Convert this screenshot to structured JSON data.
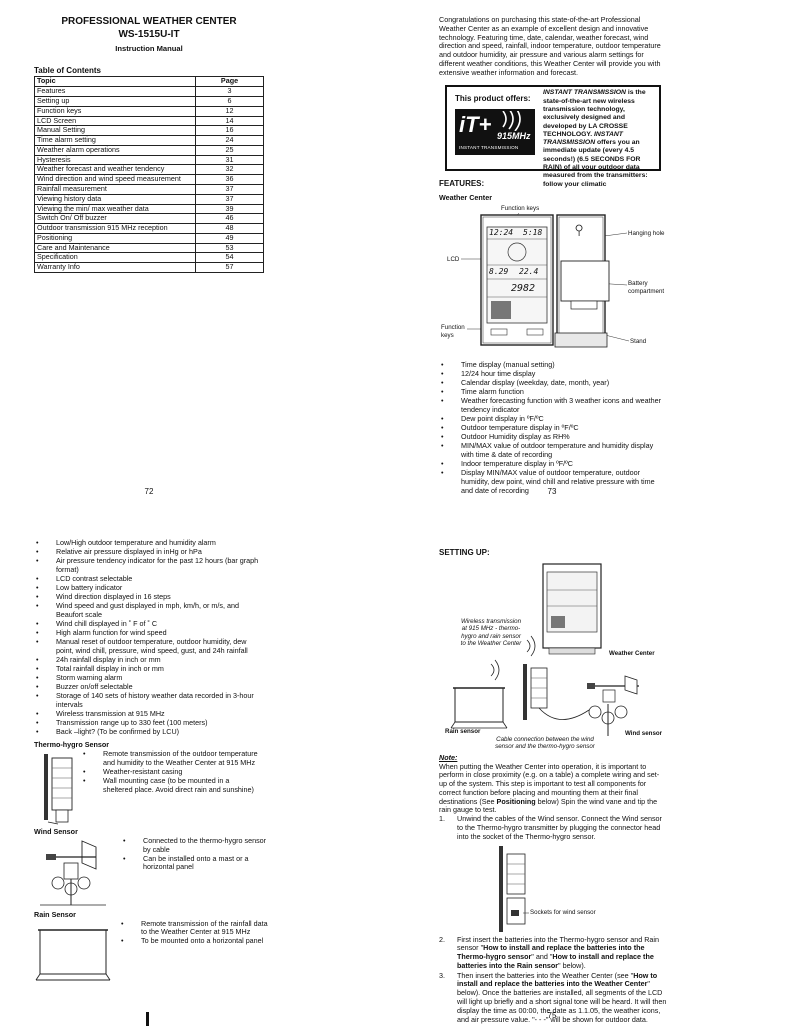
{
  "p72": {
    "title": "PROFESSIONAL WEATHER CENTER",
    "model": "WS-1515U-IT",
    "subtitle": "Instruction Manual",
    "toc_heading": "Table of Contents",
    "toc_header": {
      "topic": "Topic",
      "page": "Page"
    },
    "toc": [
      {
        "topic": "Features",
        "page": "3"
      },
      {
        "topic": "Setting up",
        "page": "6"
      },
      {
        "topic": "Function keys",
        "page": "12"
      },
      {
        "topic": "LCD Screen",
        "page": "14"
      },
      {
        "topic": "Manual Setting",
        "page": "16"
      },
      {
        "topic": "Time alarm setting",
        "page": "24"
      },
      {
        "topic": "Weather alarm operations",
        "page": "25"
      },
      {
        "topic": "Hysteresis",
        "page": "31"
      },
      {
        "topic": "Weather forecast and weather tendency",
        "page": "32"
      },
      {
        "topic": "Wind direction and wind speed measurement",
        "page": "36"
      },
      {
        "topic": "Rainfall measurement",
        "page": "37"
      },
      {
        "topic": "Viewing history data",
        "page": "37"
      },
      {
        "topic": "Viewing the min/ max weather data",
        "page": "39"
      },
      {
        "topic": "Switch On/ Off buzzer",
        "page": "46"
      },
      {
        "topic": "Outdoor transmission 915 MHz reception",
        "page": "48"
      },
      {
        "topic": "Positioning",
        "page": "49"
      },
      {
        "topic": "Care and Maintenance",
        "page": "53"
      },
      {
        "topic": "Specification",
        "page": "54"
      },
      {
        "topic": "Warranty Info",
        "page": "57"
      }
    ],
    "page_number": "72"
  },
  "p73": {
    "intro": "Congratulations on purchasing this state-of-the-art Professional Weather Center as an example of excellent design and innovative technology. Featuring time, date, calendar, weather forecast, wind direction and speed, rainfall, indoor temperature, outdoor temperature and outdoor humidity, air pressure and various alarm settings for different weather conditions, this Weather Center will provide you with extensive weather information and forecast.",
    "offer_label": "This product offers:",
    "logo_main": "iT+",
    "logo_freq": "915MHz",
    "logo_sub": "INSTANT TRANSMISSION",
    "offer_text_1": "INSTANT TRANSMISSION",
    "offer_text_2": " is the state-of-the-art new wireless transmission technology, exclusively designed and developed by ",
    "offer_text_3": "LA CROSSE TECHNOLOGY. ",
    "offer_text_4": "INSTANT TRANSMISSION",
    "offer_text_5": " offers you an immediate update (every 4.5 seconds!) (6.5 SECONDS FOR RAIN) of all your outdoor data measured from the transmitters: follow your climatic",
    "features_heading": "FEATURES:",
    "weather_center_heading": "Weather Center",
    "fig_labels": {
      "function_keys_top": "Function keys",
      "hanging_hole": "Hanging hole",
      "lcd": "LCD",
      "battery": "Battery compartment",
      "function_keys_bottom": "Function keys",
      "stand": "Stand"
    },
    "lcd_readouts": {
      "time": "12:24",
      "date": "5:18",
      "temp1": "8.29",
      "temp2": "22.4",
      "pressure": "2982"
    },
    "features": [
      "Time display (manual setting)",
      "12/24 hour time display",
      "Calendar display (weekday, date, month, year)",
      "Time alarm function",
      "Weather forecasting function with 3 weather icons and weather tendency indicator",
      "Dew point display in ºF/ºC",
      "Outdoor temperature display in ºF/ºC",
      "Outdoor Humidity display as RH%",
      "MIN/MAX value of outdoor temperature and humidity display with time & date of recording",
      "Indoor temperature display in ºF/ºC",
      "Display MIN/MAX value of outdoor temperature, outdoor humidity, dew point, wind chill and relative pressure with time and date of recording"
    ],
    "page_number": "73"
  },
  "p74": {
    "features": [
      "Low/High outdoor temperature and humidity alarm",
      "Relative air pressure displayed in inHg or hPa",
      "Air pressure tendency indicator for the past 12 hours (bar graph format)",
      "LCD contrast selectable",
      "Low battery indicator",
      "Wind direction displayed in 16 steps",
      "Wind speed and gust displayed in mph, km/h, or m/s, and Beaufort scale",
      "Wind chill displayed in ˚ F of ˚ C",
      "High alarm function for wind speed",
      "Manual reset of outdoor temperature, outdoor humidity, dew point, wind chill, pressure, wind speed, gust, and 24h rainfall",
      "24h rainfall display in inch or mm",
      "Total rainfall display in inch or mm",
      "Storm warning alarm",
      "Buzzer on/off selectable",
      "Storage of 140 sets of history weather data recorded in 3-hour intervals",
      "Wireless transmission at 915 MHz",
      "Transmission range up to 330 feet (100 meters)",
      "Back –light? (To be confirmed by LCU)"
    ],
    "thermo_heading": "Thermo-hygro Sensor",
    "thermo_items": [
      "Remote transmission of the outdoor temperature and humidity to the Weather Center at 915 MHz",
      "Weather-resistant casing",
      "Wall mounting case (to be mounted in a sheltered place. Avoid direct rain and sunshine)"
    ],
    "wind_heading": "Wind Sensor",
    "wind_items": [
      "Connected to the thermo-hygro sensor by cable",
      "Can be installed onto a mast or a horizontal panel"
    ],
    "rain_heading": "Rain Sensor",
    "rain_items": [
      "Remote transmission of the rainfall data to the Weather Center at 915 MHz",
      "To be mounted onto a horizontal panel"
    ]
  },
  "p75": {
    "setting_up_heading": "SETTING UP:",
    "wireless_caption": "Wireless transmission at 915 MHz - thermo-hygro and rain sensor to the Weather Center",
    "weather_center_label": "Weather Center",
    "rain_sensor_label": "Rain sensor",
    "wind_sensor_label": "Wind sensor",
    "cable_caption": "Cable connection between the wind sensor and the thermo-hygro sensor",
    "note_label": "Note:",
    "note_1": "When putting the Weather Center into operation, it is important to perform in close proximity (e.g. on a table) a complete wiring and set-up of the system. This step is important to test all components for correct function before placing and mounting them at their final destinations (See ",
    "note_bold": "Positioning",
    "note_2": " below) Spin the wind vane and tip the rain gauge to test.",
    "step1_num": "1.",
    "step1_text": "Unwind the cables of the Wind sensor. Connect the Wind sensor to the Thermo-hygro transmitter by plugging the connector head into the socket of the Thermo-hygro sensor.",
    "sockets_label": "Sockets for wind sensor",
    "step2_num": "2.",
    "step2_a": "First insert the batteries into the Thermo-hygro sensor and Rain sensor \"",
    "step2_b": "How to install and replace the batteries into the Thermo-hygro sensor",
    "step2_c": "\" and \"",
    "step2_d": "How to install and replace the batteries into the Rain sensor",
    "step2_e": "\" below).",
    "step3_num": "3.",
    "step3_a": "Then insert the batteries into the Weather Center (see \"",
    "step3_b": "How to install and replace the batteries into the Weather Center",
    "step3_c": "\" below). Once the batteries are installed, all segments of the LCD will light up briefly and a short signal tone will be heard. It will then display the time as 00:00, the date as 1.1.05, the weather icons, and air pressure value. \"- - -\" will be shown for outdoor data.",
    "page_number": "75"
  }
}
